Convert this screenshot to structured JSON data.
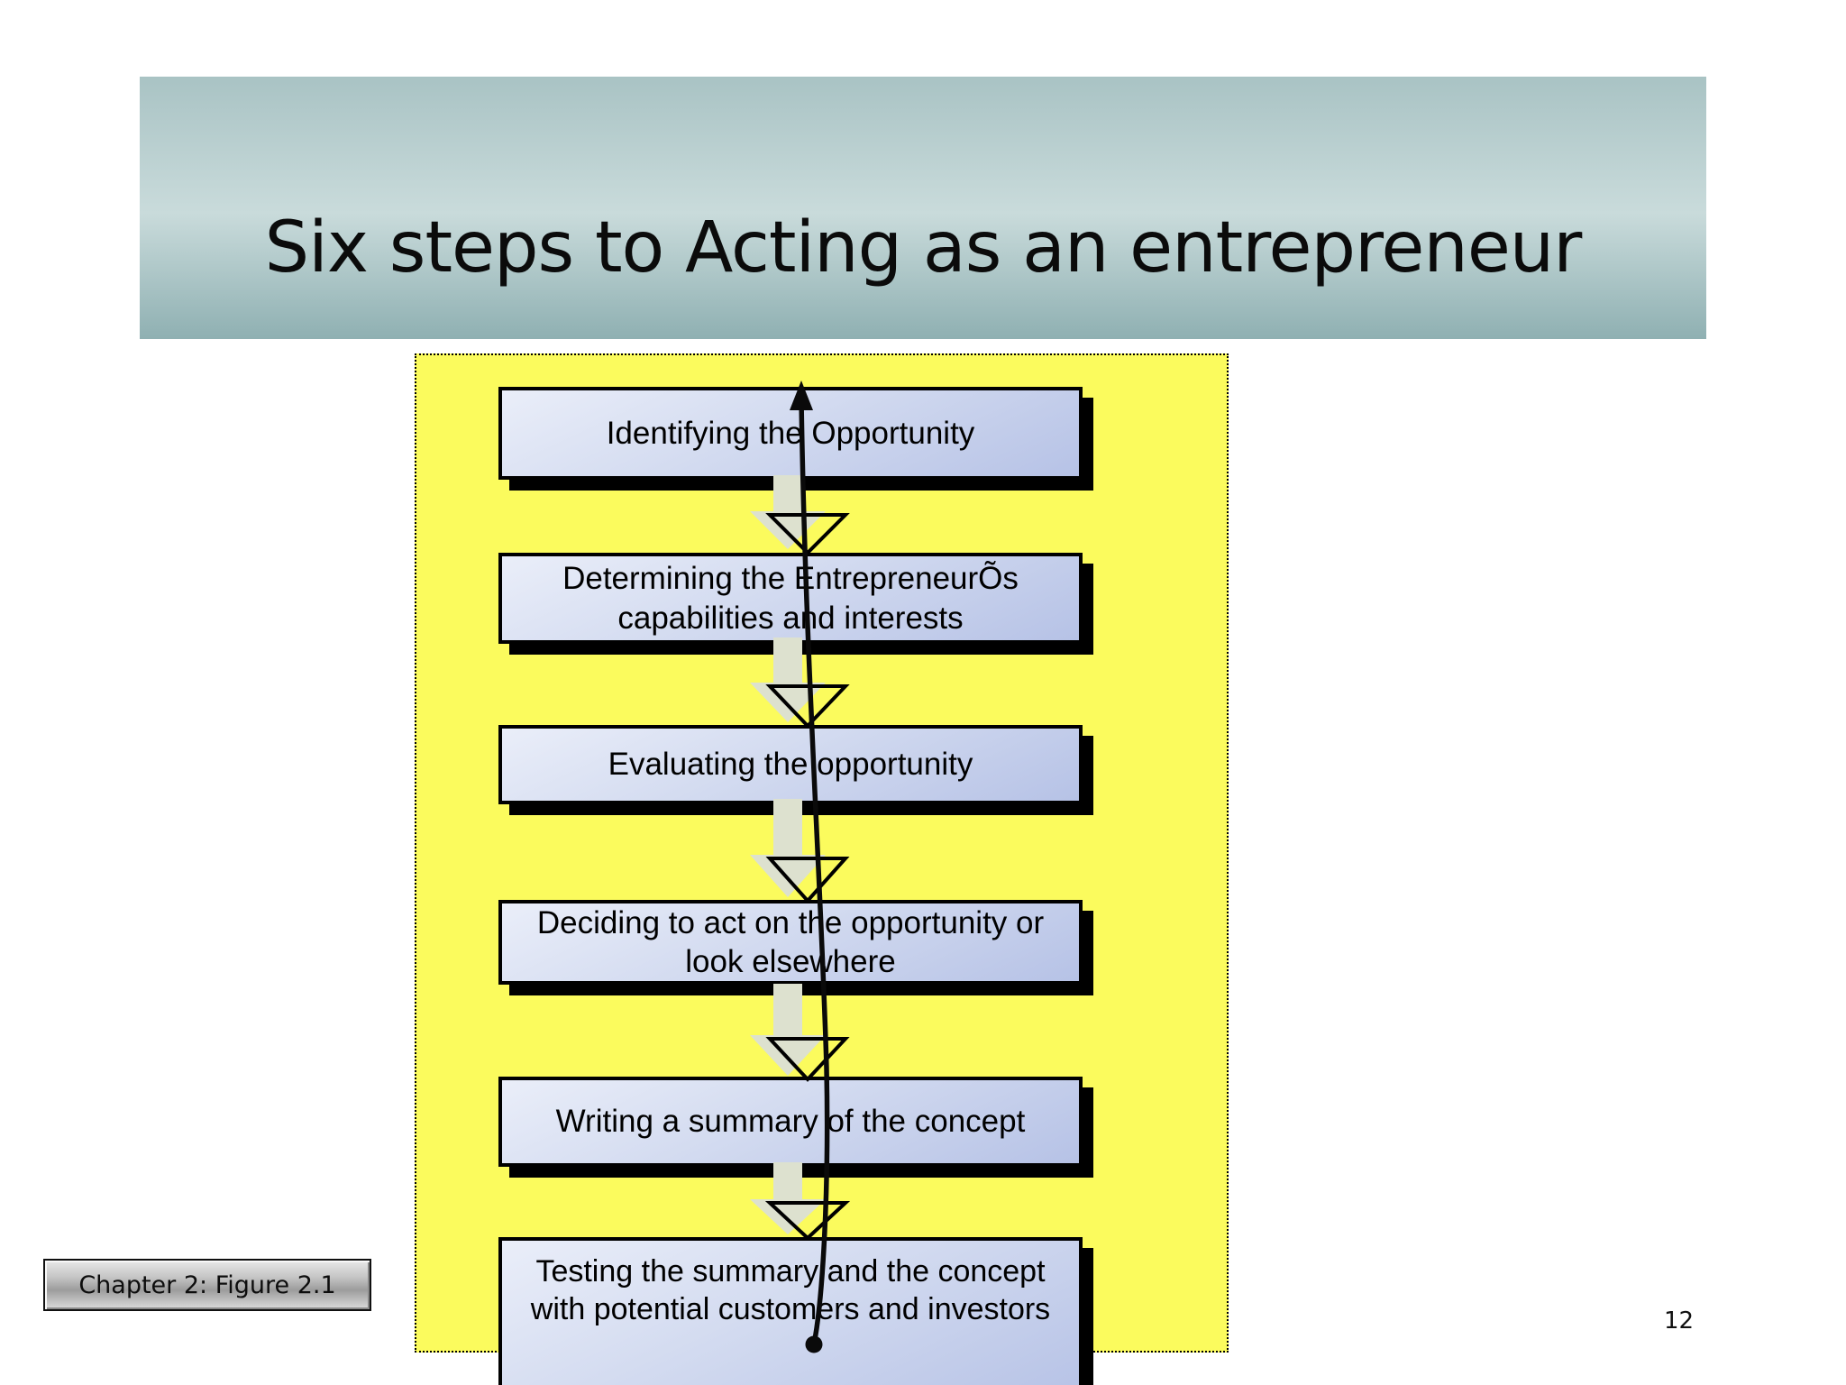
{
  "title_banner": {
    "title": "Six steps to Acting as an entrepreneur"
  },
  "flow": {
    "steps": [
      {
        "label": "Identifying the Opportunity"
      },
      {
        "label": "Determining the EntrepreneurÕs capabilities and interests"
      },
      {
        "label": "Evaluating the opportunity"
      },
      {
        "label": "Deciding to act on the opportunity or look elsewhere"
      },
      {
        "label": "Writing a summary of the concept"
      },
      {
        "label": "Testing the summary and the concept with potential customers and investors"
      }
    ],
    "connector_arrows": "down-block-arrow",
    "feedback_arrow": "curved line from last step back up to first step"
  },
  "caption": {
    "label": "Chapter 2: Figure 2.1"
  },
  "slide": {
    "page_number": "12"
  },
  "colors": {
    "canvas_yellow": "#fbfb5d",
    "banner_teal_top": "#a9c3c4",
    "banner_teal_mid": "#c9dbdb",
    "banner_teal_bottom": "#8fb0b2",
    "box_fill_light": "#eaeef9",
    "box_fill_dark": "#b6c2e6",
    "box_border": "#000000",
    "box_shadow": "#000000",
    "arrow_fill": "#dde1cf",
    "text": "#000000"
  }
}
